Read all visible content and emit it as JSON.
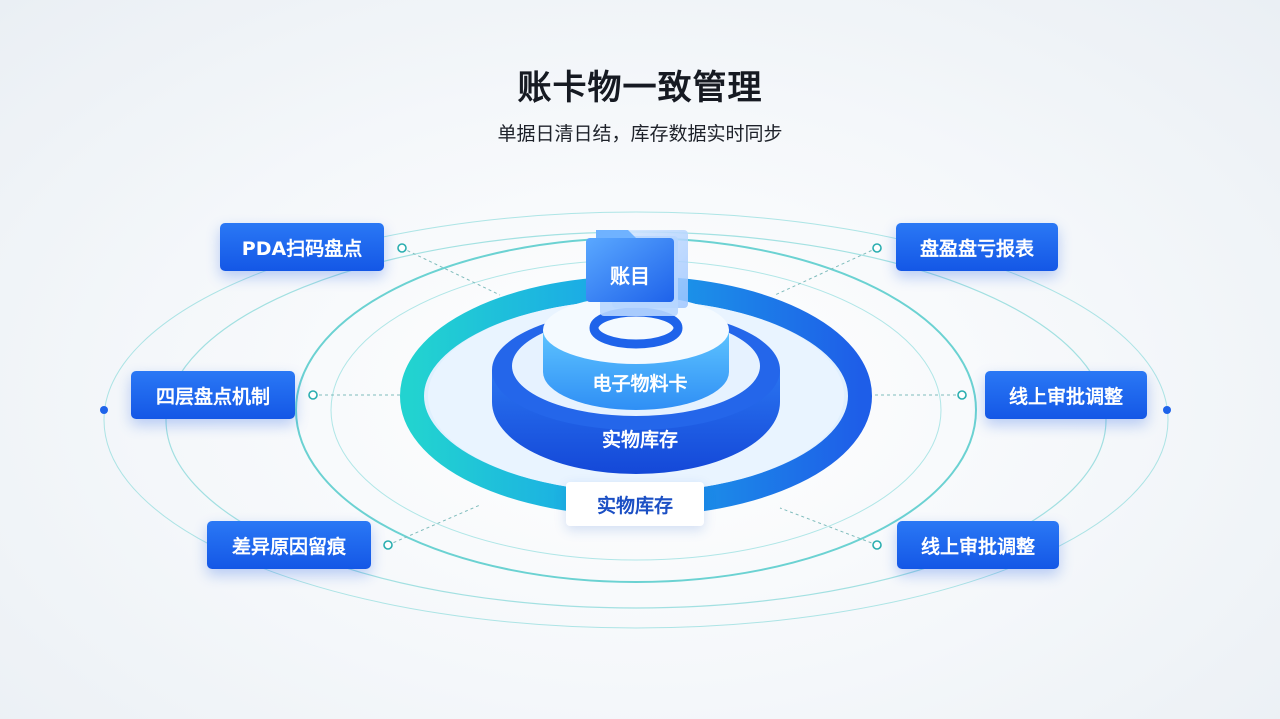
{
  "header": {
    "title": "账卡物一致管理",
    "subtitle": "单据日清日结，库存数据实时同步"
  },
  "center": {
    "ledger_label": "账目",
    "card_label": "电子物料卡",
    "stock_label": "实物库存",
    "stock_box_label": "实物库存"
  },
  "left_tags": [
    {
      "label": "PDA扫码盘点"
    },
    {
      "label": "四层盘点机制"
    },
    {
      "label": "差异原因留痕"
    }
  ],
  "right_tags": [
    {
      "label": "盘盈盘亏报表"
    },
    {
      "label": "线上审批调整"
    },
    {
      "label": "线上审批调整"
    }
  ],
  "colors": {
    "primary_blue": "#1e63ea",
    "teal": "#1fc7c7",
    "line_teal": "#2bb8b8"
  }
}
